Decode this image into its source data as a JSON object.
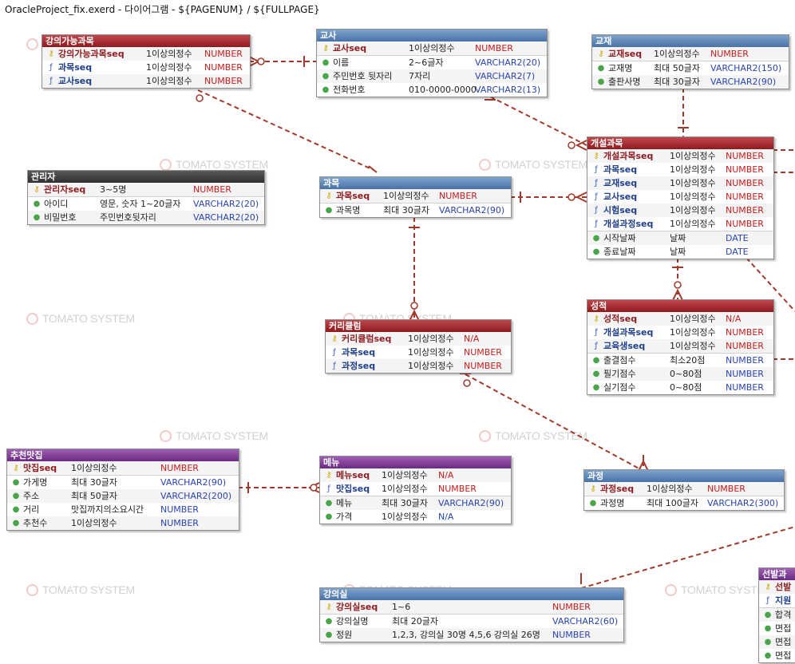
{
  "window": {
    "title": "OracleProject_fix.exerd - 다이어그램 - ${PAGENUM} / ${FULLPAGE}"
  },
  "watermark": {
    "text": "TOMATO SYSTEM"
  },
  "colors": {
    "line": "#a13a2a",
    "pk_type": "#c41d1d",
    "attr_type": "#2a44b0"
  },
  "entities": {
    "lecture_possible": {
      "name": "강의가능과목",
      "rows": [
        {
          "icon": "pk",
          "name": "강의가능과목seq",
          "desc": "1이상의정수",
          "type": "NUMBER"
        },
        {
          "icon": "fk",
          "name": "과목seq",
          "desc": "1이상의정수",
          "type": "NUMBER"
        },
        {
          "icon": "fk",
          "name": "교사seq",
          "desc": "1이상의정수",
          "type": "NUMBER"
        }
      ]
    },
    "teacher": {
      "name": "교사",
      "rows": [
        {
          "icon": "pk",
          "name": "교사seq",
          "desc": "1이상의정수",
          "type": "NUMBER"
        },
        {
          "icon": "attr",
          "name": "이름",
          "desc": "2~6글자",
          "type": "VARCHAR2(20)"
        },
        {
          "icon": "attr",
          "name": "주민번호 뒷자리",
          "desc": "7자리",
          "type": "VARCHAR2(7)"
        },
        {
          "icon": "attr",
          "name": "전화번호",
          "desc": "010-0000-0000",
          "type": "VARCHAR2(13)"
        }
      ]
    },
    "textbook": {
      "name": "교재",
      "rows": [
        {
          "icon": "pk",
          "name": "교재seq",
          "desc": "1이상의정수",
          "type": "NUMBER"
        },
        {
          "icon": "attr",
          "name": "교재명",
          "desc": "최대 50글자",
          "type": "VARCHAR2(150)"
        },
        {
          "icon": "attr",
          "name": "출판사명",
          "desc": "최대 30글자",
          "type": "VARCHAR2(90)"
        }
      ]
    },
    "admin": {
      "name": "관리자",
      "rows": [
        {
          "icon": "pk",
          "name": "관리자seq",
          "desc": "3~5명",
          "type": "NUMBER"
        },
        {
          "icon": "attr",
          "name": "아이디",
          "desc": "영문, 숫자 1~20글자",
          "type": "VARCHAR2(20)"
        },
        {
          "icon": "attr",
          "name": "비밀번호",
          "desc": "주민번호뒷자리",
          "type": "VARCHAR2(20)"
        }
      ]
    },
    "subject": {
      "name": "과목",
      "rows": [
        {
          "icon": "pk",
          "name": "과목seq",
          "desc": "1이상의정수",
          "type": "NUMBER"
        },
        {
          "icon": "attr",
          "name": "과목명",
          "desc": "최대 30글자",
          "type": "VARCHAR2(90)"
        }
      ]
    },
    "open_subject": {
      "name": "개설과목",
      "rows": [
        {
          "icon": "pk",
          "name": "개설과목seq",
          "desc": "1이상의정수",
          "type": "NUMBER"
        },
        {
          "icon": "fk",
          "name": "과목seq",
          "desc": "1이상의정수",
          "type": "NUMBER"
        },
        {
          "icon": "fk",
          "name": "교재seq",
          "desc": "1이상의정수",
          "type": "NUMBER"
        },
        {
          "icon": "fk",
          "name": "교사seq",
          "desc": "1이상의정수",
          "type": "NUMBER"
        },
        {
          "icon": "fk",
          "name": "시험seq",
          "desc": "1이상의정수",
          "type": "NUMBER"
        },
        {
          "icon": "fk",
          "name": "개설과정seq",
          "desc": "1이상의정수",
          "type": "NUMBER"
        },
        {
          "icon": "attr",
          "name": "시작날짜",
          "desc": "날짜",
          "type": "DATE"
        },
        {
          "icon": "attr",
          "name": "종료날짜",
          "desc": "날짜",
          "type": "DATE"
        }
      ]
    },
    "curriculum": {
      "name": "커리큘럼",
      "rows": [
        {
          "icon": "pk",
          "name": "커리큘럼seq",
          "desc": "1이상의정수",
          "type": "N/A"
        },
        {
          "icon": "fk",
          "name": "과목seq",
          "desc": "1이상의정수",
          "type": "NUMBER"
        },
        {
          "icon": "fk",
          "name": "과정seq",
          "desc": "1이상의정수",
          "type": "NUMBER"
        }
      ]
    },
    "grade": {
      "name": "성적",
      "rows": [
        {
          "icon": "pk",
          "name": "성적seq",
          "desc": "1이상의정수",
          "type": "N/A"
        },
        {
          "icon": "fk",
          "name": "개설과목seq",
          "desc": "1이상의정수",
          "type": "NUMBER"
        },
        {
          "icon": "fk",
          "name": "교육생seq",
          "desc": "1이상의정수",
          "type": "NUMBER"
        },
        {
          "icon": "attr",
          "name": "출결점수",
          "desc": "최소20점",
          "type": "NUMBER"
        },
        {
          "icon": "attr",
          "name": "필기점수",
          "desc": "0~80점",
          "type": "NUMBER"
        },
        {
          "icon": "attr",
          "name": "실기점수",
          "desc": "0~80점",
          "type": "NUMBER"
        }
      ]
    },
    "restaurant": {
      "name": "추천맛집",
      "rows": [
        {
          "icon": "pk",
          "name": "맛집seq",
          "desc": "1이상의정수",
          "type": "NUMBER"
        },
        {
          "icon": "attr",
          "name": "가게명",
          "desc": "최대 30글자",
          "type": "VARCHAR2(90)"
        },
        {
          "icon": "attr",
          "name": "주소",
          "desc": "최대 50글자",
          "type": "VARCHAR2(200)"
        },
        {
          "icon": "attr",
          "name": "거리",
          "desc": "맛집까지의소요시간",
          "type": "NUMBER"
        },
        {
          "icon": "attr",
          "name": "추천수",
          "desc": "1이상의정수",
          "type": "NUMBER"
        }
      ]
    },
    "menu": {
      "name": "메뉴",
      "rows": [
        {
          "icon": "pk",
          "name": "메뉴seq",
          "desc": "1이상의정수",
          "type": "N/A"
        },
        {
          "icon": "fk",
          "name": "맛집seq",
          "desc": "1이상의정수",
          "type": "NUMBER"
        },
        {
          "icon": "attr",
          "name": "메뉴",
          "desc": "최대 30글자",
          "type": "VARCHAR2(90)"
        },
        {
          "icon": "attr",
          "name": "가격",
          "desc": "1이상의정수",
          "type": "N/A"
        }
      ]
    },
    "course": {
      "name": "과정",
      "rows": [
        {
          "icon": "pk",
          "name": "과정seq",
          "desc": "1이상의정수",
          "type": "NUMBER"
        },
        {
          "icon": "attr",
          "name": "과정명",
          "desc": "최대 100글자",
          "type": "VARCHAR2(300)"
        }
      ]
    },
    "classroom": {
      "name": "강의실",
      "rows": [
        {
          "icon": "pk",
          "name": "강의실seq",
          "desc": "1~6",
          "type": "NUMBER"
        },
        {
          "icon": "attr",
          "name": "강의실명",
          "desc": "최대 20글자",
          "type": "VARCHAR2(60)"
        },
        {
          "icon": "attr",
          "name": "정원",
          "desc": "1,2,3, 강의실 30명 4,5,6 강의실 26명",
          "type": "NUMBER"
        }
      ]
    },
    "selection": {
      "name": "선발과",
      "rows": [
        {
          "icon": "pk",
          "name": "선발",
          "desc": "",
          "type": ""
        },
        {
          "icon": "fk",
          "name": "지원",
          "desc": "",
          "type": ""
        },
        {
          "icon": "attr",
          "name": "합격",
          "desc": "",
          "type": ""
        },
        {
          "icon": "attr",
          "name": "면접",
          "desc": "",
          "type": ""
        },
        {
          "icon": "attr",
          "name": "면접",
          "desc": "",
          "type": ""
        },
        {
          "icon": "attr",
          "name": "면접",
          "desc": "",
          "type": ""
        }
      ]
    }
  }
}
